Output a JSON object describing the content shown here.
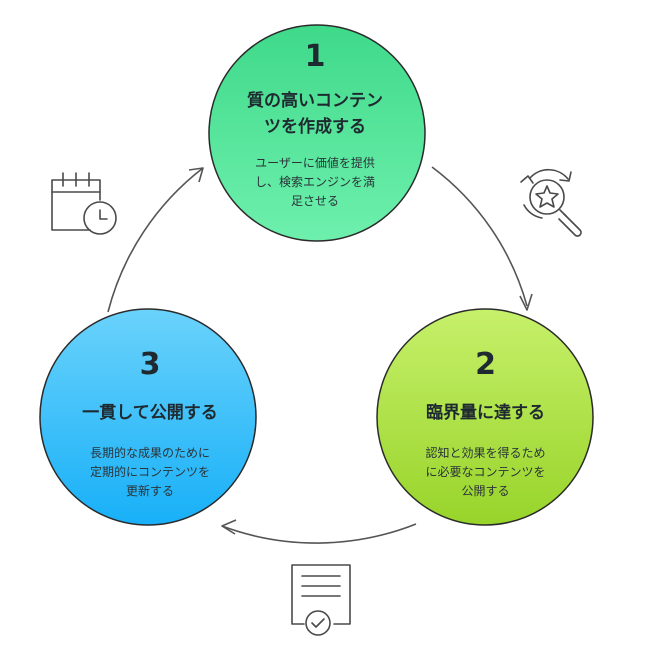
{
  "nodes": [
    {
      "number": "1",
      "title_line1": "質の高いコンテン",
      "title_line2": "ツを作成する",
      "desc_line1": "ユーザーに価値を提供",
      "desc_line2": "し、検索エンジンを満",
      "desc_line3": "足させる",
      "color": "#4fdf93"
    },
    {
      "number": "2",
      "title_line1": "臨界量に達する",
      "desc_line1": "認知と効果を得るため",
      "desc_line2": "に必要なコンテンツを",
      "desc_line3": "公開する",
      "color": "#a8e039"
    },
    {
      "number": "3",
      "title_line1": "一貫して公開する",
      "desc_line1": "長期的な成果のために",
      "desc_line2": "定期的にコンテンツを",
      "desc_line3": "更新する",
      "color": "#2fb6f5"
    }
  ],
  "icons": [
    "calendar-clock-icon",
    "star-search-icon",
    "document-check-icon"
  ]
}
